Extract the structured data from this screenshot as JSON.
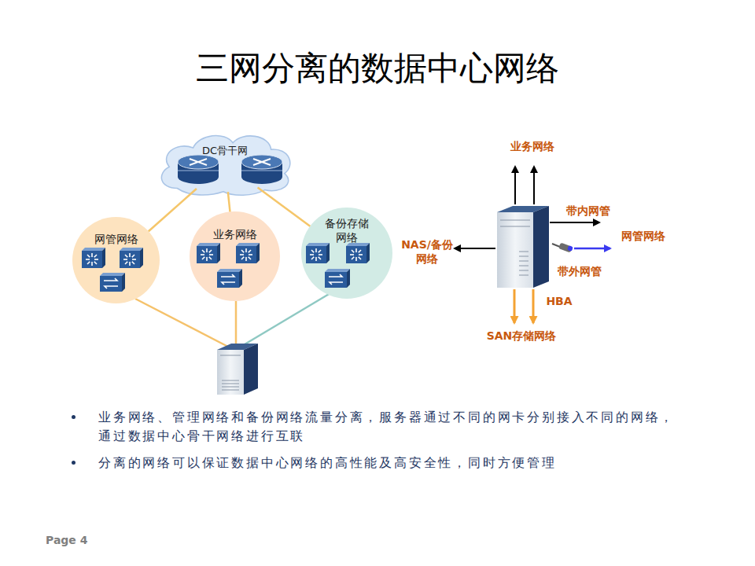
{
  "diagram": {
    "title": "三网分离的数据中心网络",
    "nodes": [
      {
        "text": [
          "DC骨干网"
        ]
      },
      {
        "text": [
          "网管网络"
        ]
      },
      {
        "text": [
          "业务网络"
        ]
      },
      {
        "text": [
          "备份存储 网络"
        ]
      }
    ],
    "edges": [
      {
        "from": 0,
        "to": 1,
        "arrow": "none"
      },
      {
        "from": 0,
        "to": 2,
        "arrow": "none"
      },
      {
        "from": 0,
        "to": 3,
        "arrow": "none"
      }
    ],
    "labels": [
      "业务网络",
      "带内网管",
      "网管网络",
      "带外网管",
      "NAS/备份 网络",
      "HBA",
      "SAN存储网络",
      "业务网络、管理网络和备份网络流量分离，服务器通过不同的网卡分别接入不同的网络， 通过数据中心骨干网络进行互联",
      "分离的网络可以保证数据中心网络的高性能及高安全性，同时方便管理",
      "Page 4"
    ]
  }
}
